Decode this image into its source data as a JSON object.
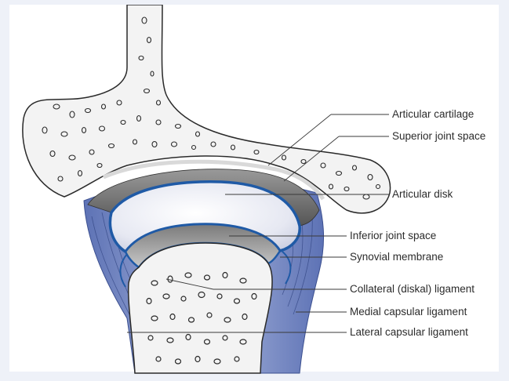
{
  "labels": {
    "articular_cartilage": "Articular cartilage",
    "superior_joint_space": "Superior joint space",
    "articular_disk": "Articular disk",
    "inferior_joint_space": "Inferior joint space",
    "synovial_membrane": "Synovial membrane",
    "collateral_ligament": "Collateral (diskal) ligament",
    "medial_capsular_ligament": "Medial capsular ligament",
    "lateral_capsular_ligament": "Lateral capsular ligament"
  },
  "colors": {
    "bone": "#f3f3f3",
    "outline": "#2a2a2a",
    "capsule": "#7c8fc8",
    "synovial": "#1f5aa6",
    "disk": "#e6e8f2",
    "joint_space": "#6f6f6f"
  }
}
